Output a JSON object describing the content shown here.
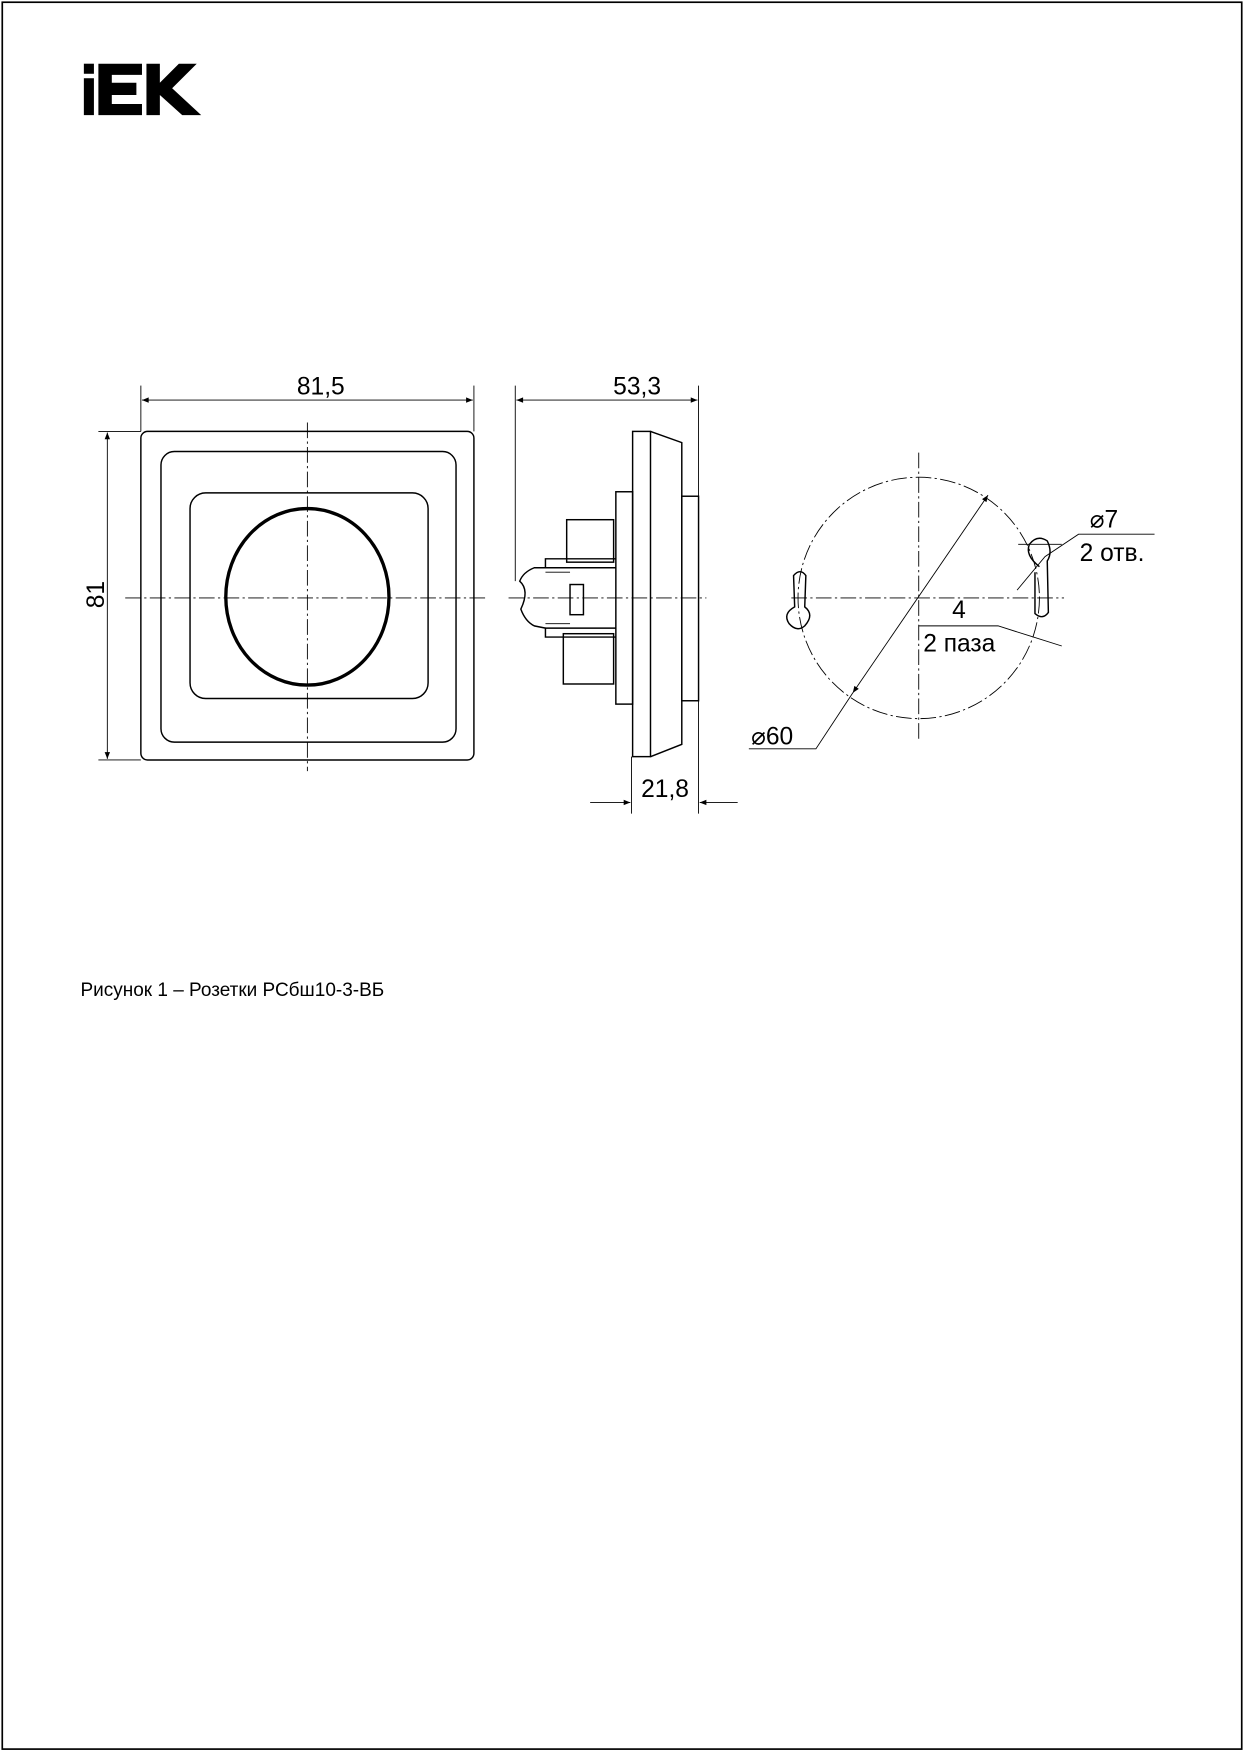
{
  "logo": {
    "text": "IEK"
  },
  "drawing": {
    "width_dim": "81,5",
    "height_dim": "81",
    "depth_dim": "53,3",
    "mount_depth_dim": "21,8",
    "mount_circle_dim": "⌀60",
    "hole_dim": "⌀7",
    "hole_note": "2 отв.",
    "slot_dim": "4",
    "slot_note": "2 паза"
  },
  "caption": "Рисунок 1 – Розетки РСбш10-3-ВБ"
}
